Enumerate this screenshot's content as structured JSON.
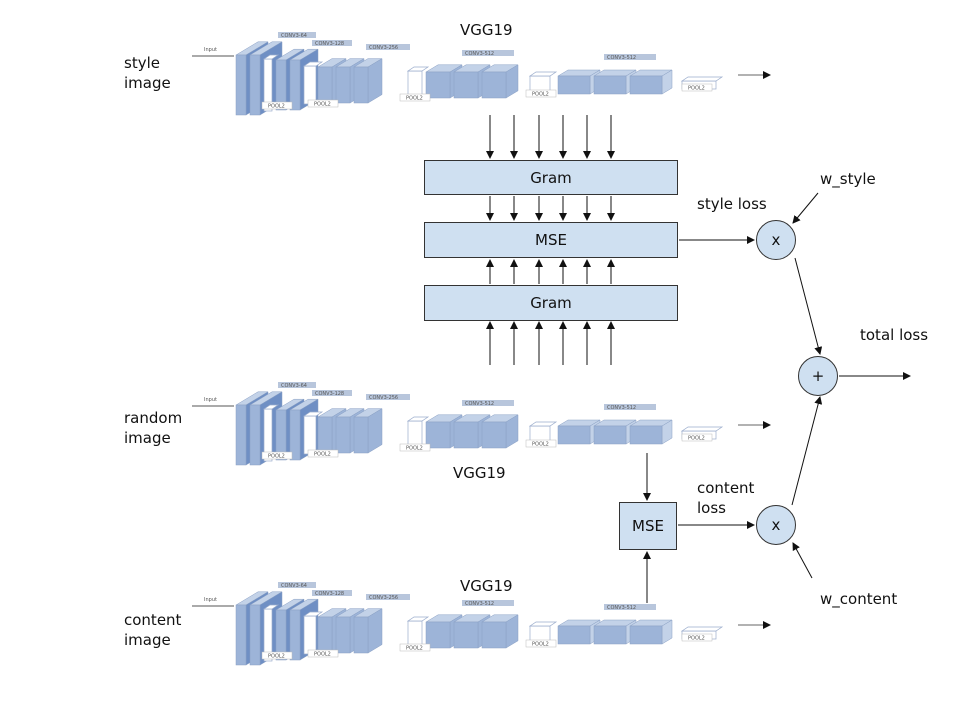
{
  "labels": {
    "style_image": [
      "style",
      "image"
    ],
    "random_image": [
      "random",
      "image"
    ],
    "content_image": [
      "content",
      "image"
    ],
    "vgg_top": "VGG19",
    "vgg_middle": "VGG19",
    "vgg_bottom": "VGG19",
    "style_loss": "style loss",
    "content_loss": [
      "content",
      "loss"
    ],
    "total_loss": "total loss",
    "w_style": "w_style",
    "w_content": "w_content"
  },
  "boxes": {
    "gram_top": "Gram",
    "mse_style": "MSE",
    "gram_bottom": "Gram",
    "mse_content": "MSE"
  },
  "ops": {
    "mult_style": "x",
    "add_total": "+",
    "mult_content": "x"
  },
  "vgg_layers": {
    "input": "Input",
    "conv64": "CONV3-64",
    "conv128": "CONV3-128",
    "conv256": "CONV3-256",
    "conv512a": "CONV3-512",
    "conv512b": "CONV3-512",
    "pool": "POOL2"
  },
  "colors": {
    "box_fill": "#cfe0f1",
    "layer_dark": "#6f8fc4",
    "layer_mid": "#9db4d8",
    "layer_light": "#c3d2e8"
  }
}
